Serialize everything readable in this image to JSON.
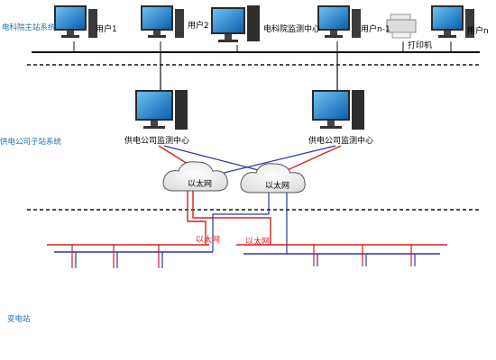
{
  "zones": {
    "master": "电科院主站系统",
    "sub": "供电公司子站系统",
    "substation": "变电站"
  },
  "top": {
    "user1": "用户1",
    "user2": "用户2",
    "center": "电科院监测中心",
    "usern1": "用户n-1",
    "printer": "打印机",
    "usern": "用户n"
  },
  "mid": {
    "center_left": "供电公司监测中心",
    "center_right": "供电公司监测中心",
    "cloud_left": "以太网",
    "cloud_right": "以太网"
  },
  "bottom": {
    "eth_left": "以太网",
    "eth_right": "以太网"
  },
  "colors": {
    "zone_text": "#1e6fb3",
    "red_link": "#d62020",
    "blue_link": "#2b36a8",
    "bus": "#111111"
  }
}
